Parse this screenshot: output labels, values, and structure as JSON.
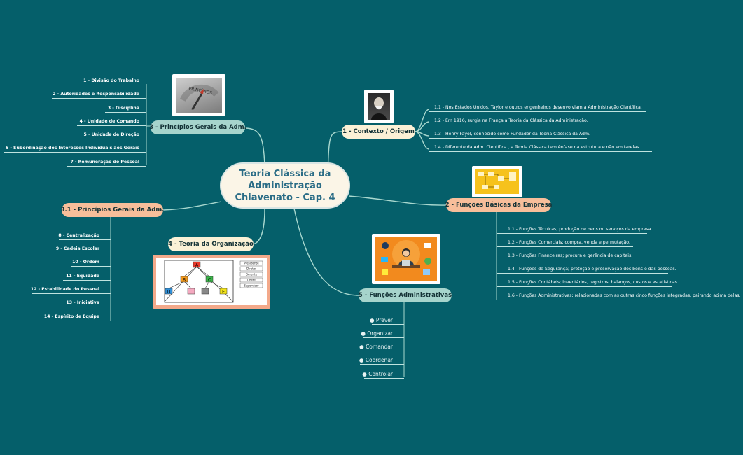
{
  "central": {
    "title": "Teoria Clássica da Administração Chiavenato - Cap. 4"
  },
  "topics": {
    "contexto": {
      "label": "1 - Contexto / Origem",
      "items": [
        "1.1 - Nos Estados Unidos, Taylor e outros engenheiros desenvolviam a Administração Científica.",
        "1.2 - Em 1916, surgia na França a Teoria da Clássica da Administração.",
        "1.3 - Henry Fayol, conhecido como Fundador da Teoria Clássica da Adm.",
        "1.4 - Diferente da Adm. Científica , a Teoria Clássica tem ênfase na estrutura e não em tarefas."
      ]
    },
    "funcoes_basicas": {
      "label": "2 - Funções Básicas da Empresa",
      "items": [
        "1.1 - Funções Técnicas; produção de bens ou serviços da empresa.",
        "1.2 - Funções Comerciais; compra, venda e permutação.",
        "1.3 - Funções Financeiras; procura e gerência de capitais.",
        "1.4 - Funções de Segurança; proteção e preservação dos bens e das pessoas.",
        "1.5 - Funções Contábeis; inventários, registros, balanços, custos e estatísticas.",
        "1.6 - Funções Administrativas; relacionadas com as outras cinco funções integradas, pairando acima delas."
      ]
    },
    "principios": {
      "label": "3 - Princípios Gerais da Adm.",
      "items": [
        "1 - Divisão do Trabalho",
        "2 - Autoridades e Responsabilidade",
        "3 - Disciplina",
        "4 - Unidade de Comando",
        "5 - Unidade de Direção",
        "6 - Subordinação dos Interesses Individuais aos Gerais",
        "7 - Remuneração do Pessoal"
      ]
    },
    "principios2": {
      "label": "3.1 - Princípios Gerais da Adm.",
      "items": [
        "8 - Centralização",
        "9 - Cadeia Escolar",
        "10 - Ordem",
        "11 - Equidade",
        "12 - Estabilidade do Pessoal",
        "13 - Iniciativa",
        "14 - Espírito de Equipe"
      ]
    },
    "organizacao": {
      "label": "4 - Teoria da Organização"
    },
    "funcoes_adm": {
      "label": "5 - Funções Administrativas",
      "items": [
        "● Prever",
        "● Organizar",
        "● Comandar",
        "● Coordenar",
        "● Controlar"
      ]
    }
  },
  "images": {
    "principios_sign": "PRINCÍPIOS",
    "org_chart": {
      "boxes": [
        "A",
        "B",
        "C",
        "D",
        "E"
      ],
      "roles": [
        "Presidente",
        "Diretor",
        "Gerente",
        "Chefe",
        "Supervisor"
      ]
    }
  },
  "colors": {
    "background": "#055f6a",
    "teal_node": "#a6d4cc",
    "peach_node": "#f7be9a",
    "cream_node": "#fbf1d6",
    "central_node": "#fbf5e7",
    "connector": "#a9d8cf"
  }
}
